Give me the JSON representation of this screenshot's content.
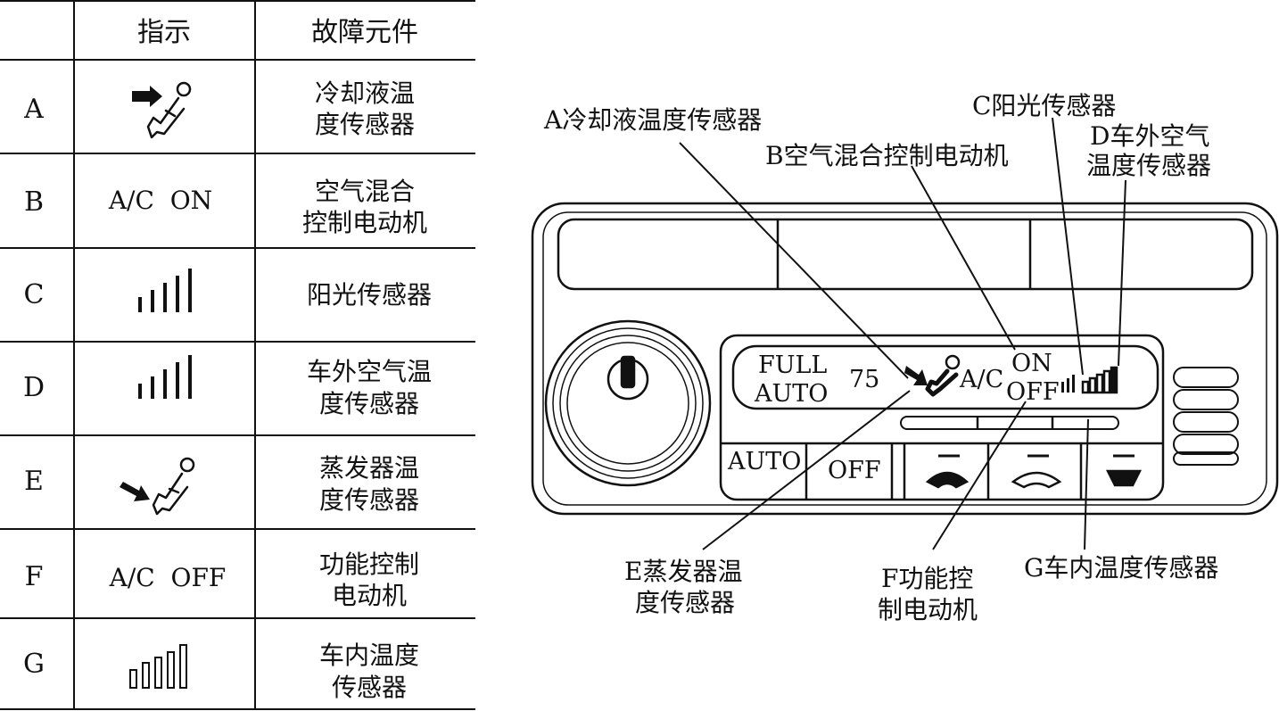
{
  "table": {
    "headers": {
      "key": "",
      "indicator": "指示",
      "component": "故障元件"
    },
    "rows": [
      {
        "key": "A",
        "indicator_icon": "seat-arrow-right-icon",
        "indicator_text": "",
        "component": [
          "冷却液温",
          "度传感器"
        ]
      },
      {
        "key": "B",
        "indicator_icon": "",
        "indicator_text": "A/C  ON",
        "component": [
          "空气混合",
          "控制电动机"
        ]
      },
      {
        "key": "C",
        "indicator_icon": "signal-bars-filled-icon",
        "indicator_text": "",
        "component": [
          "阳光传感器"
        ]
      },
      {
        "key": "D",
        "indicator_icon": "signal-bars-filled-icon",
        "indicator_text": "",
        "component": [
          "车外空气温",
          "度传感器"
        ]
      },
      {
        "key": "E",
        "indicator_icon": "seat-arrow-down-icon",
        "indicator_text": "",
        "component": [
          "蒸发器温",
          "度传感器"
        ]
      },
      {
        "key": "F",
        "indicator_icon": "",
        "indicator_text": "A/C  OFF",
        "component": [
          "功能控制",
          "电动机"
        ]
      },
      {
        "key": "G",
        "indicator_icon": "signal-bars-outline-icon",
        "indicator_text": "",
        "component": [
          "车内温度",
          "传感器"
        ]
      }
    ]
  },
  "panel": {
    "display": {
      "full": "FULL",
      "auto": "AUTO",
      "temp": "75",
      "ac": "A/C",
      "on": "ON",
      "off": "OFF"
    },
    "buttons": {
      "auto": "AUTO",
      "off": "OFF"
    }
  },
  "callouts": {
    "A": [
      "A冷却液温度传感器"
    ],
    "B": [
      "B空气混合控制电动机"
    ],
    "C": [
      "C阳光传感器"
    ],
    "D": [
      "D车外空气",
      "温度传感器"
    ],
    "E": [
      "E蒸发器温",
      "度传感器"
    ],
    "F": [
      "F功能控",
      "制电动机"
    ],
    "G": [
      "G车内温度传感器"
    ]
  }
}
